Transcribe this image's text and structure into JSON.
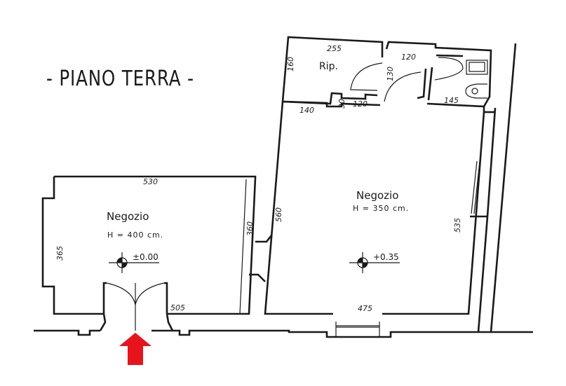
{
  "title": "- PIANO TERRA -",
  "rooms": {
    "left_shop": {
      "name": "Negozio",
      "height": "H = 400 cm.",
      "level": "±0.00"
    },
    "right_shop": {
      "name": "Negozio",
      "height": "H = 350 cm.",
      "level": "+0.35"
    },
    "storage": {
      "name": "Rip."
    }
  },
  "dimensions": {
    "left_top": "530",
    "left_side": "365",
    "left_partition": "360",
    "left_bottom": "505",
    "right_left_wall": "560",
    "right_right_wall": "535",
    "right_bottom": "475",
    "right_top_left": "140",
    "right_top_step": "30",
    "right_top_mid": "120",
    "storage_top": "255",
    "storage_side": "160",
    "hall_width": "130",
    "hall_top": "120",
    "bath_bottom": "145"
  },
  "entrance_arrow": {
    "color": "#e8141c"
  },
  "colors": {
    "lines": "#1a1a1a",
    "background": "#ffffff"
  }
}
